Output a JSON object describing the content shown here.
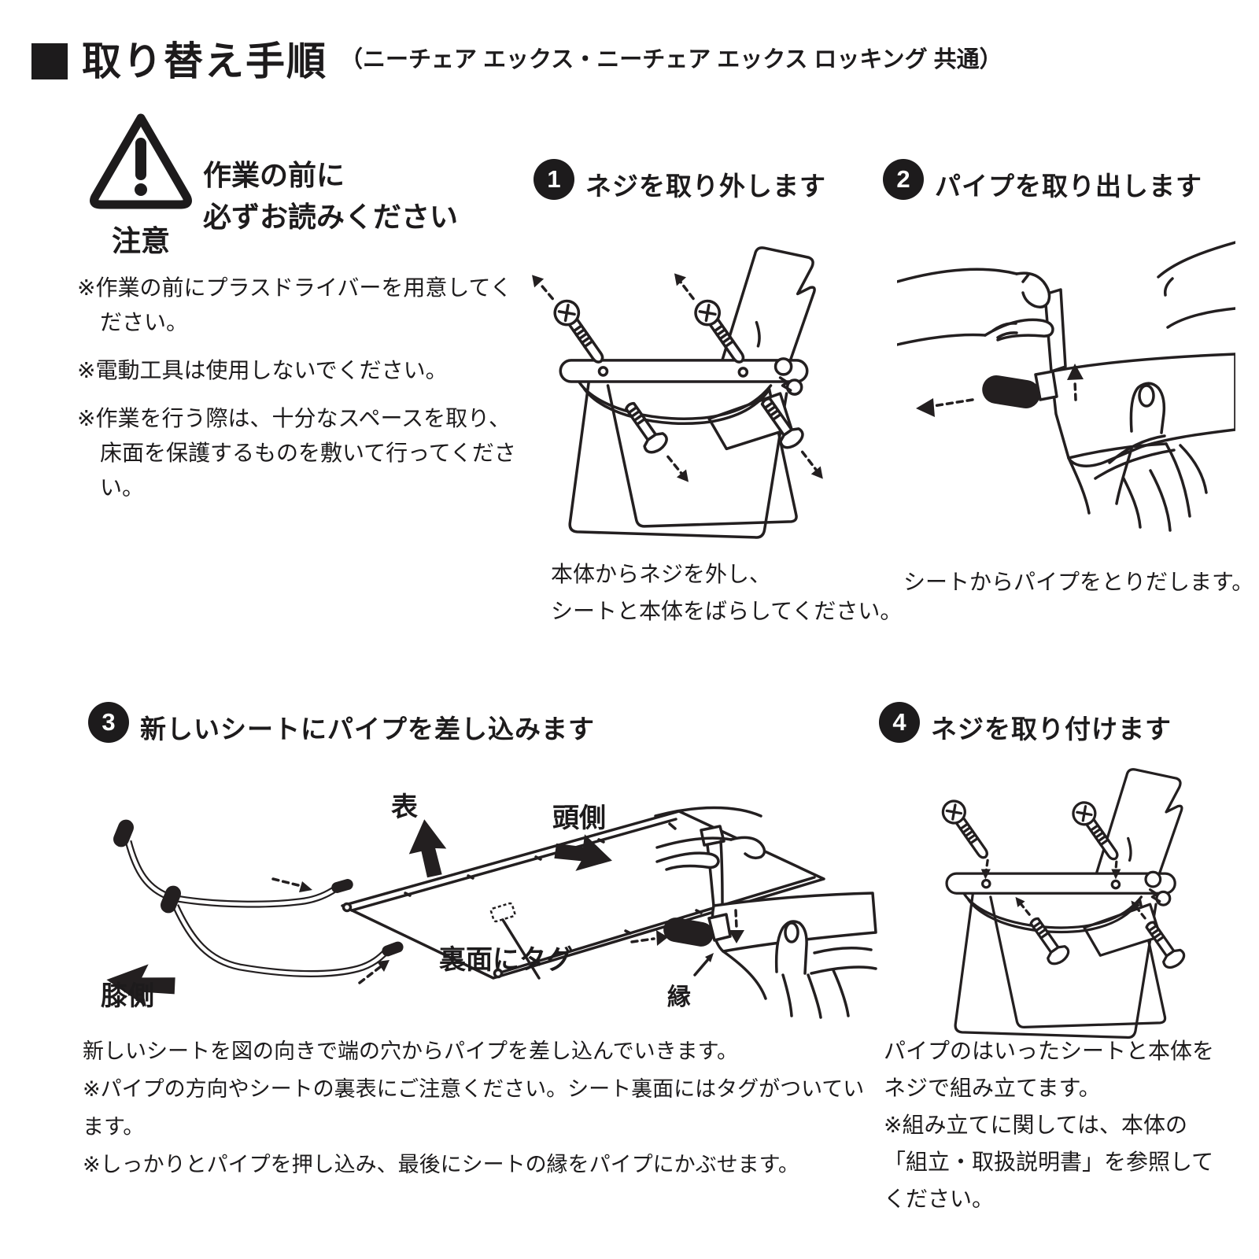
{
  "header": {
    "title": "取り替え手順",
    "note": "（ニーチェア エックス・ニーチェア エックス ロッキング 共通）"
  },
  "warning": {
    "icon": "warning-triangle-icon",
    "label": "注意",
    "heading_line1": "作業の前に",
    "heading_line2": "必ずお読みください",
    "notes": [
      "※作業の前にプラスドライバーを用意してください。",
      "※電動工具は使用しないでください。",
      "※作業を行う際は、十分なスペースを取り、床面を保護するものを敷いて行ってください。"
    ]
  },
  "steps": [
    {
      "number": "1",
      "title": "ネジを取り外します",
      "illustration": "chair-with-screws-removed",
      "captions": [
        "本体からネジを外し、",
        "シートと本体をばらしてください。"
      ]
    },
    {
      "number": "2",
      "title": "パイプを取り出します",
      "illustration": "hands-pulling-pipe-from-seat",
      "captions": [
        "シートからパイプをとりだします。"
      ]
    },
    {
      "number": "3",
      "title": "新しいシートにパイプを差し込みます",
      "illustration": "frame-pipes-and-new-seat",
      "labels": {
        "front": "表",
        "head_side": "頭側",
        "tag_on_back": "裏面にタグ",
        "knee_side": "膝側",
        "edge": "縁"
      },
      "captions": [
        "新しいシートを図の向きで端の穴からパイプを差し込んでいきます。",
        "※パイプの方向やシートの裏表にご注意ください。シート裏面にはタグがついています。",
        "※しっかりとパイプを押し込み、最後にシートの縁をパイプにかぶせます。"
      ]
    },
    {
      "number": "4",
      "title": "ネジを取り付けます",
      "illustration": "chair-with-screws-attached",
      "captions": [
        "パイプのはいったシートと本体を",
        "ネジで組み立てます。",
        "※組み立てに関しては、本体の",
        "「組立・取扱説明書」を参照して",
        "ください。"
      ]
    }
  ],
  "colors": {
    "ink": "#231f20",
    "background": "#ffffff"
  }
}
